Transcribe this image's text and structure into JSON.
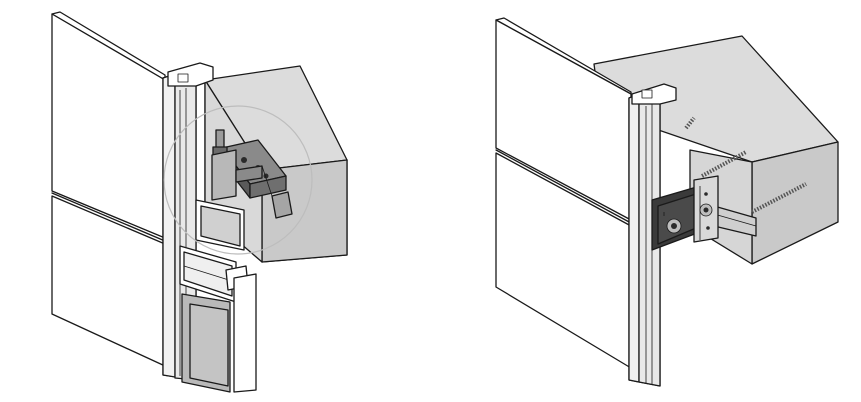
{
  "figures": [
    {
      "id": "left",
      "subject": "unitized-curtain-wall-mullion-with-bracket-anchor"
    },
    {
      "id": "right",
      "subject": "mullion-with-embedded-anchor-channel-bracket"
    }
  ],
  "colors": {
    "line": "#1a1a1a",
    "panel": "#ffffff",
    "slab_top": "#dcdcdc",
    "slab_side": "#c9c9c9",
    "slab_front": "#d6d6d6",
    "mullion": "#e9e9e9",
    "metal_dark": "#3a3a3a",
    "metal_mid": "#8a8a8a",
    "glass": "#b9b9b9",
    "highlight_circle": "#bdbdbd"
  }
}
